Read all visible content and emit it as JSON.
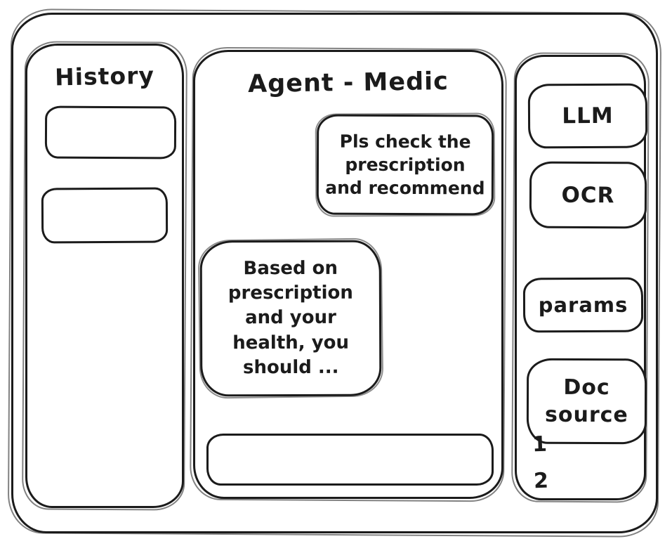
{
  "history_panel": {
    "title": "History"
  },
  "chat_panel": {
    "title": "Agent - Medic",
    "user_message": "Pls check the\nprescription\nand recommend",
    "agent_message": "Based on\nprescription\nand your\nhealth, you\nshould ...",
    "input_value": ""
  },
  "tools_panel": {
    "llm_label": "LLM",
    "ocr_label": "OCR",
    "params_label": "params",
    "doc_source_label": "Doc\nsource",
    "doc_source_items": [
      "1",
      "2"
    ]
  },
  "colors": {
    "stroke": "#1b1b1b",
    "background": "#ffffff"
  }
}
